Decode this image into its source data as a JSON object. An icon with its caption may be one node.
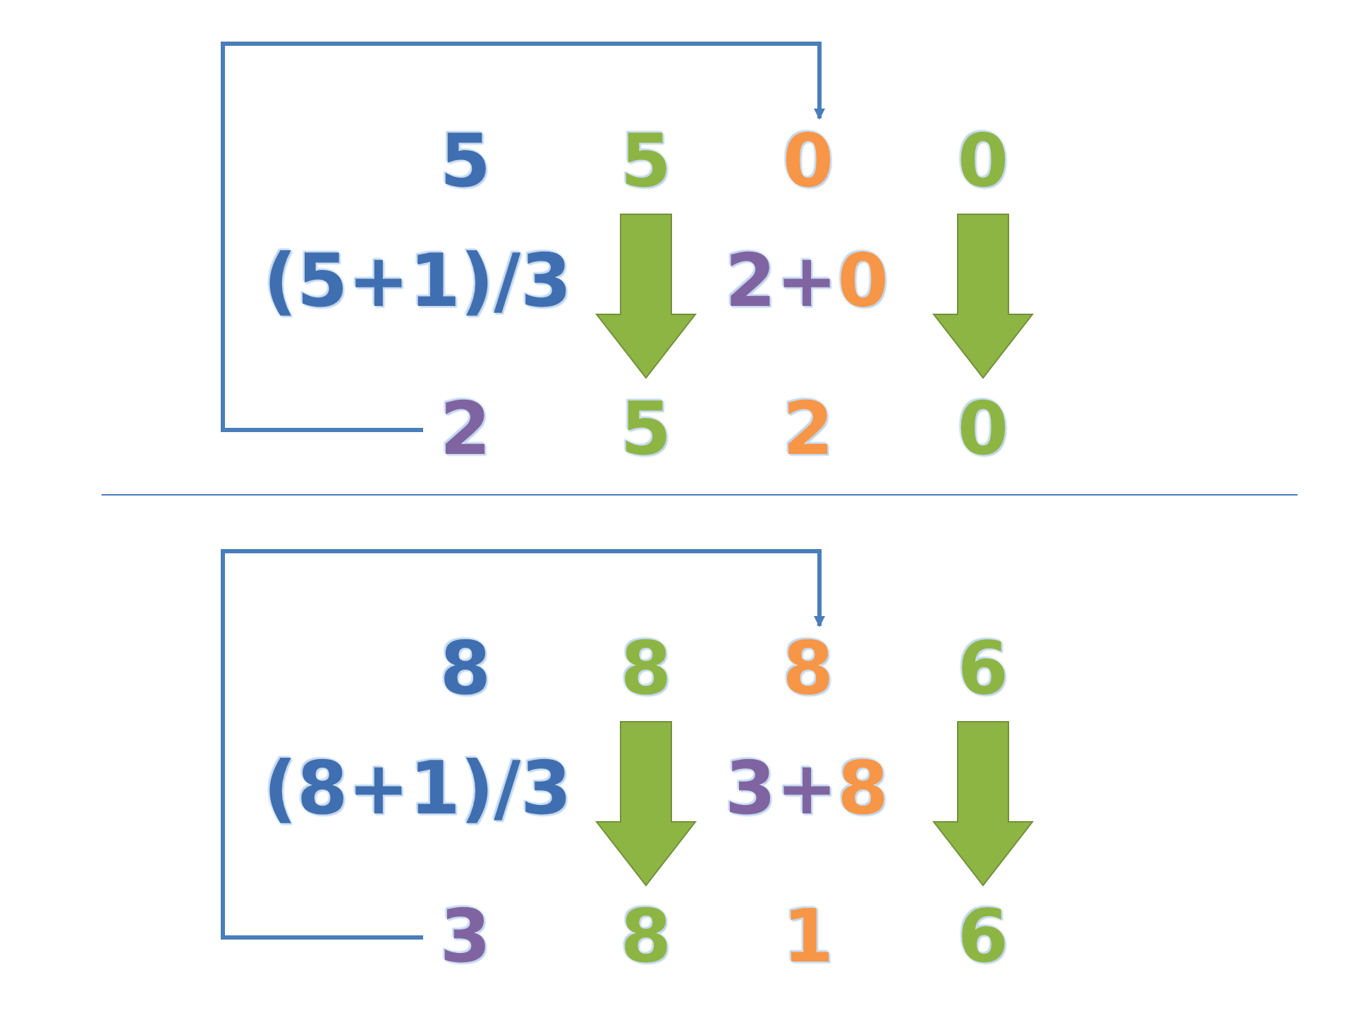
{
  "diagram": {
    "nodes": [
      {
        "text": [
          "5"
        ]
      },
      {
        "text": [
          "5"
        ]
      },
      {
        "text": [
          "0"
        ]
      },
      {
        "text": [
          "0"
        ]
      },
      {
        "text": [
          "(5+1)/3"
        ]
      },
      {
        "text": [
          "2+0"
        ]
      },
      {
        "text": [
          "2"
        ]
      },
      {
        "text": [
          "5"
        ]
      },
      {
        "text": [
          "2"
        ]
      },
      {
        "text": [
          "0"
        ]
      },
      {
        "text": [
          "8"
        ]
      },
      {
        "text": [
          "8"
        ]
      },
      {
        "text": [
          "8"
        ]
      },
      {
        "text": [
          "6"
        ]
      },
      {
        "text": [
          "(8+1)/3"
        ]
      },
      {
        "text": [
          "3+8"
        ]
      },
      {
        "text": [
          "3"
        ]
      },
      {
        "text": [
          "8"
        ]
      },
      {
        "text": [
          "1"
        ]
      },
      {
        "text": [
          "6"
        ]
      }
    ],
    "edges": [
      {
        "from": 6,
        "to": 2,
        "arrow": "to"
      },
      {
        "from": 1,
        "to": 7,
        "arrow": "to",
        "style": "thick",
        "color": "#8db544"
      },
      {
        "from": 3,
        "to": 9,
        "arrow": "to",
        "style": "thick",
        "color": "#8db544"
      },
      {
        "from": 16,
        "to": 12,
        "arrow": "to"
      },
      {
        "from": 11,
        "to": 17,
        "arrow": "to",
        "style": "thick",
        "color": "#8db544"
      },
      {
        "from": 13,
        "to": 19,
        "arrow": "to",
        "style": "thick",
        "color": "#8db544"
      }
    ]
  }
}
